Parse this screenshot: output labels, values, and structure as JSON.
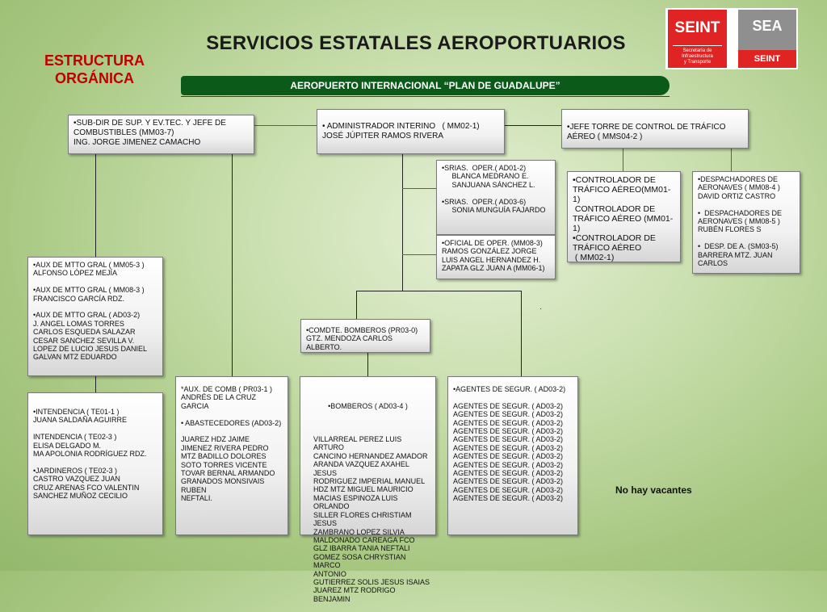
{
  "title": "SERVICIOS ESTATALES AEROPORTUARIOS",
  "subtitle": "ESTRUCTURA\nORGÁNICA",
  "banner": "AEROPUERTO INTERNACIONAL “PLAN DE GUADALUPE”",
  "logos": {
    "seint": {
      "name": "SEINT",
      "caption": "Secretaría de Infraestructura\ny Transporte"
    },
    "sea": {
      "name": "SEA",
      "band": "SEINT"
    }
  },
  "boxes": {
    "subdir": "•SUB-DIR DE SUP. Y EV.TEC. Y JEFE DE\nCOMBUSTIBLES (MM03-7)\nING. JORGE JIMENEZ CAMACHO",
    "admin": "• ADMINISTRADOR INTERINO   ( MM02-1)\nJOSÉ JÚPITER RAMOS RIVERA",
    "jefe_torre": "•JEFE TORRE DE CONTROL DE TRÁFICO\nAÉREO ( MMS04-2 )",
    "srias": "•SRIAS.  OPER.( AD01-2)\n     BLANCA MEDRANO E.\n     SANJUANA SÁNCHEZ L.\n\n•SRIAS.  OPER.( AD03-6)\n     SONIA MUNGUÍA FAJARDO",
    "oficial": "•OFICIAL DE OPER. (MM08-3)\nRAMOS GONZÁLEZ JORGE\nLUIS ANGEL HERNANDEZ H.\nZAPATA GLZ JUAN A (MM06-1)",
    "controladores": "•CONTROLADOR DE\nTRÁFICO AÉREO(MM01-1)\n CONTROLADOR DE\nTRÁFICO AÉREO (MM01-1)\n•CONTROLADOR DE\nTRÁFICO AÉREO\n ( MM02-1)",
    "despachadores": "•DESPACHADORES DE\nAERONAVES ( MM08-4 )\nDAVID ORTIZ CASTRO\n\n•  DESPACHADORES DE\nAERONAVES ( MM08-5 )\nRUBÉN FLORES S\n\n•  DESP. DE A. (SM03-5)\nBARRERA MTZ. JUAN CARLOS",
    "aux_mtto": "•AUX DE MTTO GRAL ( MM05-3 )\nALFONSO LÓPEZ MEJÍA\n\n•AUX DE MTTO GRAL ( MM08-3 )\nFRANCISCO GARCÍA RDZ.\n\n•AUX DE MTTO GRAL ( AD03-2)\nJ. ANGEL LOMAS TORRES\nCARLOS ESQUEDA SALAZAR\nCESAR SANCHEZ SEVILLA V.\nLOPEZ DE LUCIO JESUS DANIEL\nGALVAN MTZ EDUARDO",
    "comdte": "•COMDTE. BOMBEROS (PR03-0)\nGTZ. MENDOZA CARLOS ALBERTO.",
    "intendencia": "•INTENDENCIA ( TE01-1 )\nJUANA SALDAÑA AGUIRRE\n\nINTENDENCIA ( TE02-3 )\nELISA DELGADO M.\nMA APOLONIA RODRÍGUEZ RDZ.\n\n•JARDINEROS ( TE02-3 )\nCASTRO VAZQUEZ JUAN\nCRUZ ARENAS FCO VALENTIN\nSANCHEZ MUÑOZ CECILIO",
    "aux_comb": "*AUX. DE COMB ( PR03-1 )\nANDRÉS DE LA CRUZ GARCIA\n\n• ABASTECEDORES (AD03-2)\n\nJUAREZ HDZ JAIME\nJIMENEZ RIVERA PEDRO\nMTZ BADILLO DOLORES\nSOTO TORRES VICENTE\nTOVAR BERNAL ARMANDO\nGRANADOS MONSIVAIS RUBEN\nNEFTALI.",
    "bomberos_title": "•BOMBEROS ( AD03-4 )",
    "bomberos": "VILLARREAL PEREZ LUIS ARTURO\nCANCINO HERNANDEZ AMADOR\nARANDA VAZQUEZ AXAHEL JESUS\nRODRIGUEZ IMPERIAL MANUEL\nHDZ MTZ MIGUEL MAURICIO\nMACIAS ESPINOZA LUIS ORLANDO\nSILLER FLORES CHRISTIAM JESUS\nZAMBRANO LOPEZ SILVIA\nMALDONADO CAREAGA FCO\nGLZ IBARRA TANIA NEFTALI\nGOMEZ SOSA CHRYSTIAN MARCO\nANTONIO\nGUTIERREZ SOLIS JESUS ISAIAS\nJUAREZ MTZ RODRIGO BENJAMIN",
    "agentes": "•AGENTES DE SEGUR. ( AD03-2)\n\nAGENTES DE SEGUR. ( AD03-2)\nAGENTES DE SEGUR. ( AD03-2)\nAGENTES DE SEGUR. ( AD03-2)\nAGENTES DE SEGUR. ( AD03-2)\nAGENTES DE SEGUR. ( AD03-2)\nAGENTES DE SEGUR. ( AD03-2)\nAGENTES DE SEGUR. ( AD03-2)\nAGENTES DE SEGUR. ( AD03-2)\nAGENTES DE SEGUR. ( AD03-2)\nAGENTES DE SEGUR. ( AD03-2)\nAGENTES DE SEGUR. ( AD03-2)\nAGENTES DE SEGUR. ( AD03-2)"
  },
  "note": "No hay vacantes"
}
